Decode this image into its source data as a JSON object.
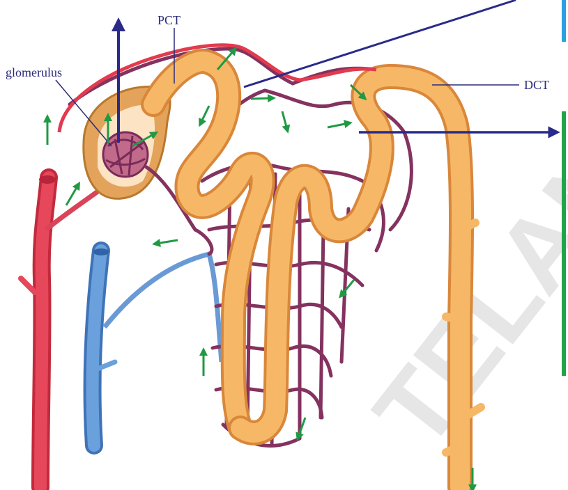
{
  "labels": {
    "pct": "PCT",
    "glomerulus": "glomerulus",
    "dct": "DCT"
  },
  "watermark": "TELAN",
  "colors": {
    "tubule": "#f4b15e",
    "tubule_shade": "#d9873a",
    "artery": "#e23a4e",
    "vein": "#5a8fd0",
    "capillary": "#8a3a6a",
    "flow_arrow": "#1f9a44",
    "pointer_arrow": "#2a2a8a",
    "side_bar_green": "#1fa44a",
    "side_bar_blue": "#2aa0e0"
  }
}
